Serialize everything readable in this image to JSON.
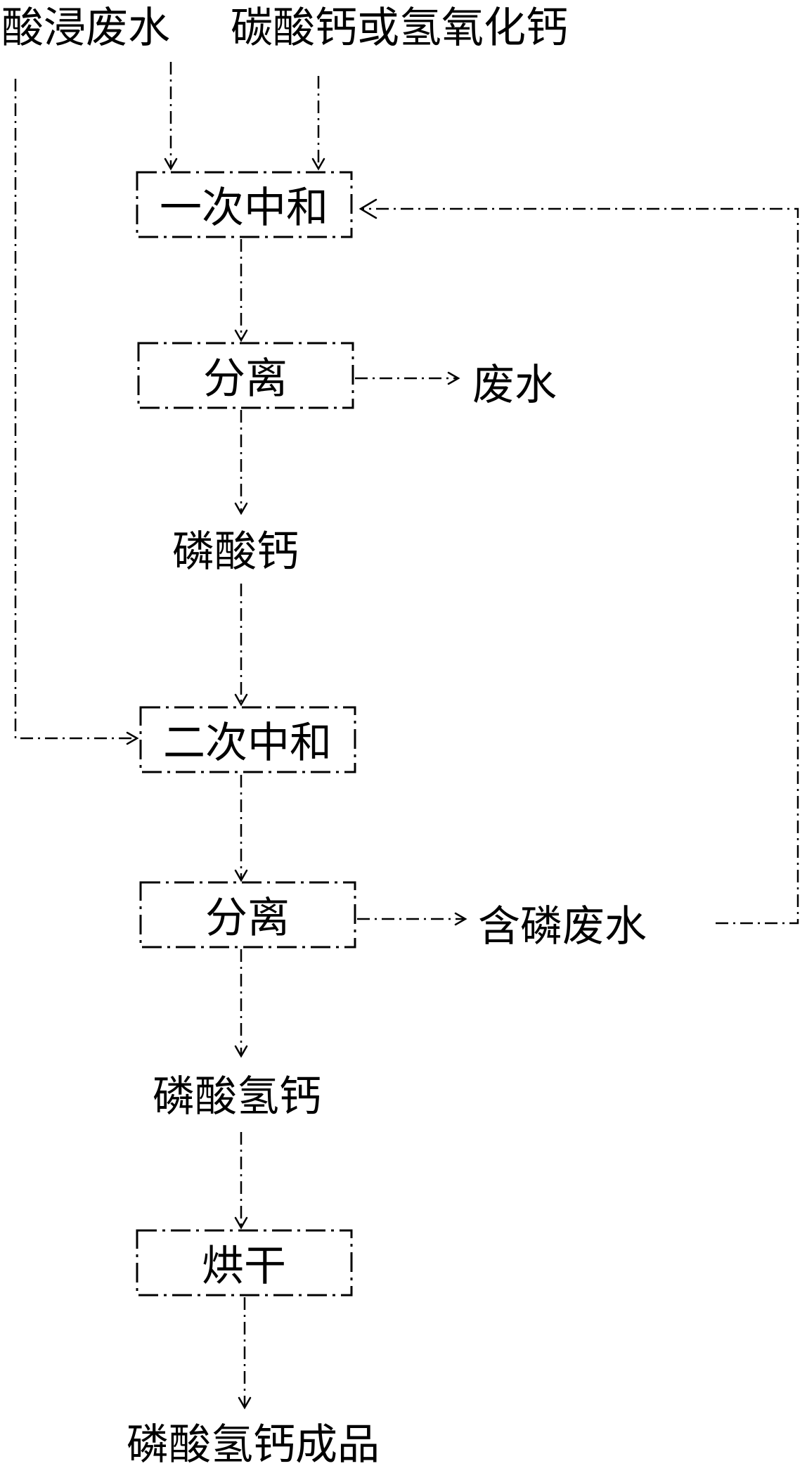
{
  "inputs": {
    "acid_wastewater": "酸浸废水",
    "calcium_reagent": "碳酸钙或氢氧化钙"
  },
  "steps": {
    "first_neutralization": "一次中和",
    "first_separation": "分离",
    "second_neutralization": "二次中和",
    "second_separation": "分离",
    "drying": "烘干"
  },
  "products": {
    "wastewater": "废水",
    "calcium_phosphate": "磷酸钙",
    "phosphorus_wastewater": "含磷废水",
    "calcium_hydrogen_phosphate": "磷酸氢钙",
    "final_product": "磷酸氢钙成品"
  }
}
